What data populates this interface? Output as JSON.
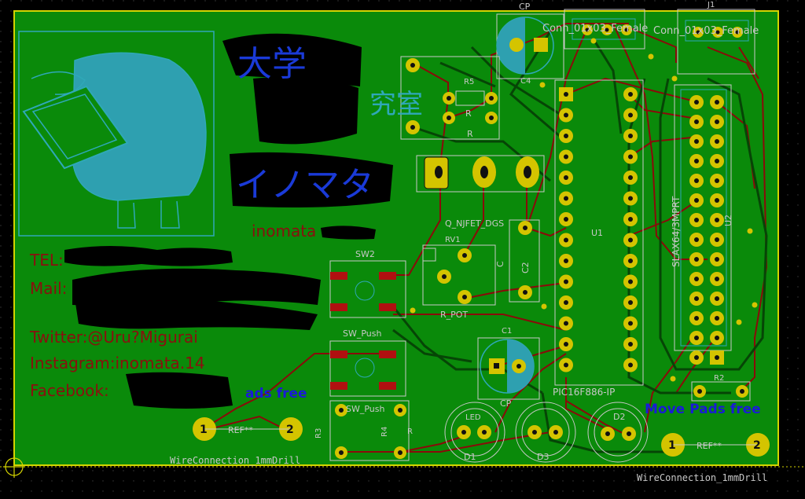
{
  "colors": {
    "background": "#000000",
    "board": "#0a8a0a",
    "copper_front": "#8a0a0a",
    "copper_back": "#0a4a0a",
    "pad": "#d4c400",
    "silk_front": "#8a0f0f",
    "silk_back": "#2fa8b8",
    "outline": "#d4d400",
    "fab": "#c8c8c8",
    "annotation_blue": "#1a1ad8",
    "scribble": "#000000"
  },
  "silkscreen": {
    "tel": "TEL:",
    "mail": "Mail:",
    "twitter": "Twitter:@Uru?Migurai",
    "instagram": "Instagram:inomata.14",
    "facebook": "Facebook:",
    "name": "inomata",
    "logo_kanji_1": "大学",
    "logo_kanji_2": "究室",
    "logo_katakana": "イノマタ"
  },
  "annotations": {
    "move_pads_free_right": "Move Pads free",
    "move_pads_free_left": "ads free"
  },
  "components": {
    "cp_top": "CP",
    "c4": "C4",
    "conn_1": "Conn_01x03_Female",
    "conn_2": "Conn_01x03_Female",
    "j1": "J1",
    "r5": "R5",
    "r_label": "R",
    "r_label_2": "R",
    "q_njfet": "Q_NJFET_DGS",
    "rv1": "RV1",
    "r_pot": "R_POT",
    "sw2": "SW2",
    "sw_push_1": "SW_Push",
    "sw_push_2": "SW_Push",
    "c_label": "C",
    "c2": "C2",
    "c1": "C1",
    "cp_mid": "CP",
    "u1": "U1",
    "pic": "PIC16F886-IP",
    "u2": "U2",
    "u2_part": "SLAX64/3MPRT",
    "r2": "R2",
    "r4": "R4",
    "r3": "R3",
    "r_small": "R",
    "led_label": "LED",
    "d1": "D1",
    "d2": "D2",
    "d3": "D3",
    "ref_left": "REF**",
    "ref_right": "REF**",
    "wire_left": "WireConnection_1mmDrill",
    "wire_right": "WireConnection_1mmDrill",
    "pad_1": "1",
    "pad_2": "2"
  }
}
